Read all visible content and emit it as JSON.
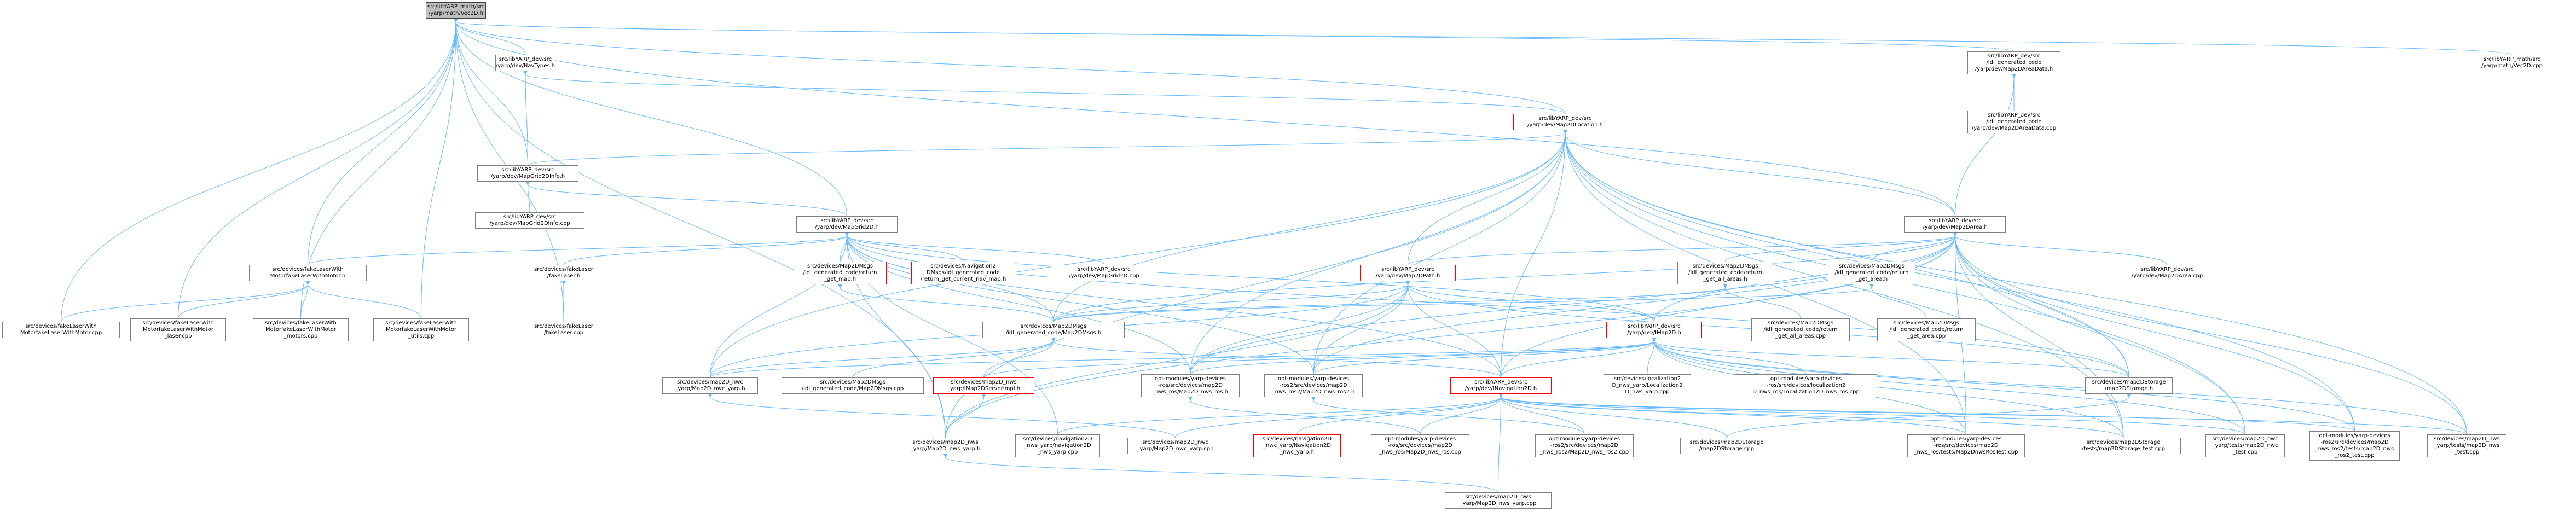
{
  "nodes": [
    {
      "id": "vec2d_h",
      "lines": [
        "src/libYARP_math/src",
        "/yarp/math/Vec2D.h"
      ],
      "style": "root"
    },
    {
      "id": "navtypes_h",
      "lines": [
        "src/libYARP_dev/src",
        "/yarp/dev/NavTypes.h"
      ]
    },
    {
      "id": "areadata_h",
      "lines": [
        "src/libYARP_dev/src",
        "/idl_generated_code",
        "/yarp/dev/Map2DAreaData.h"
      ]
    },
    {
      "id": "vec2d_cpp",
      "lines": [
        "src/libYARP_math/src",
        "/yarp/math/Vec2D.cpp"
      ]
    },
    {
      "id": "areadata_cpp",
      "lines": [
        "src/libYARP_dev/src",
        "/idl_generated_code",
        "/yarp/dev/Map2DAreaData.cpp"
      ]
    },
    {
      "id": "location_h",
      "lines": [
        "src/libYARP_dev/src",
        "/yarp/dev/Map2DLocation.h"
      ],
      "style": "red"
    },
    {
      "id": "mapgridinfo_h",
      "lines": [
        "src/libYARP_dev/src",
        "/yarp/dev/MapGrid2DInfo.h"
      ]
    },
    {
      "id": "mapgridinfo_cpp",
      "lines": [
        "src/libYARP_dev/src",
        "/yarp/dev/MapGrid2DInfo.cpp"
      ]
    },
    {
      "id": "mapgrid_h",
      "lines": [
        "src/libYARP_dev/src",
        "/yarp/dev/MapGrid2D.h"
      ]
    },
    {
      "id": "area_h",
      "lines": [
        "src/libYARP_dev/src",
        "/yarp/dev/Map2DArea.h"
      ]
    },
    {
      "id": "flwm_h",
      "lines": [
        "src/devices/fakeLaserWith",
        "MotorfakeLaserWithMotor.h"
      ]
    },
    {
      "id": "fakelaser_h",
      "lines": [
        "src/devices/fakeLaser",
        "/fakeLaser.h"
      ]
    },
    {
      "id": "ret_getmap_h",
      "lines": [
        "src/devices/Map2DMsgs",
        "/idl_generated_code/return",
        "_get_map.h"
      ],
      "style": "red"
    },
    {
      "id": "nav2dmsgs_h",
      "lines": [
        "src/devices/Navigation2",
        "DMsgs/idl_generated_code",
        "/return_get_current_nav_map.h"
      ],
      "style": "red"
    },
    {
      "id": "mapgrid_cpp",
      "lines": [
        "src/libYARP_dev/src",
        "/yarp/dev/MapGrid2D.cpp"
      ]
    },
    {
      "id": "path_h",
      "lines": [
        "src/libYARP_dev/src",
        "/yarp/dev/Map2DPath.h"
      ],
      "style": "red"
    },
    {
      "id": "ret_allareas_h",
      "lines": [
        "src/devices/Map2DMsgs",
        "/idl_generated_code/return",
        "_get_all_areas.h"
      ]
    },
    {
      "id": "ret_area_h",
      "lines": [
        "src/devices/Map2DMsgs",
        "/idl_generated_code/return",
        "_get_area.h"
      ]
    },
    {
      "id": "area_cpp",
      "lines": [
        "src/libYARP_dev/src",
        "/yarp/dev/Map2DArea.cpp"
      ]
    },
    {
      "id": "flwm_cpp",
      "lines": [
        "src/devices/fakeLaserWith",
        "MotorfakeLaserWithMotor.cpp"
      ]
    },
    {
      "id": "flwm_laser",
      "lines": [
        "src/devices/fakeLaserWith",
        "MotorfakeLaserWithMotor",
        "_laser.cpp"
      ]
    },
    {
      "id": "flwm_motors",
      "lines": [
        "src/devices/fakeLaserWith",
        "MotorfakeLaserWithMotor",
        "_motors.cpp"
      ]
    },
    {
      "id": "flwm_utils",
      "lines": [
        "src/devices/fakeLaserWith",
        "MotorfakeLaserWithMotor",
        "_utils.cpp"
      ]
    },
    {
      "id": "fakelaser_cpp",
      "lines": [
        "src/devices/fakeLaser",
        "/fakeLaser.cpp"
      ]
    },
    {
      "id": "map2dmsgs_h",
      "lines": [
        "src/devices/Map2DMsgs",
        "/idl_generated_code/Map2DMsgs.h"
      ]
    },
    {
      "id": "ret_allareas_cpp",
      "lines": [
        "src/devices/Map2DMsgs",
        "/idl_generated_code/return",
        "_get_all_areas.cpp"
      ]
    },
    {
      "id": "ret_area_cpp",
      "lines": [
        "src/devices/Map2DMsgs",
        "/idl_generated_code/return",
        "_get_area.cpp"
      ]
    },
    {
      "id": "map2d_h",
      "lines": [
        "src/libYARP_dev/src",
        "/yarp/dev/IMap2D.h"
      ],
      "style": "red"
    },
    {
      "id": "nwc_yarp_h",
      "lines": [
        "src/devices/map2D_nwc",
        "_yarp/Map2D_nwc_yarp.h"
      ]
    },
    {
      "id": "map2dmsgs_cpp",
      "lines": [
        "src/devices/Map2DMsgs",
        "/idl_generated_code/Map2DMsgs.cpp"
      ]
    },
    {
      "id": "serverimpl_h",
      "lines": [
        "src/devices/map2D_nws",
        "_yarp/IMap2DServerImpl.h"
      ],
      "style": "red"
    },
    {
      "id": "ros_nws_h",
      "lines": [
        "opt-modules/yarp-devices",
        "-ros/src/devices/map2D",
        "_nws_ros/Map2D_nws_ros.h"
      ]
    },
    {
      "id": "ros2_nws_h",
      "lines": [
        "opt-modules/yarp-devices",
        "-ros2/src/devices/map2D",
        "_nws_ros2/Map2D_nws_ros2.h"
      ]
    },
    {
      "id": "inav_h",
      "lines": [
        "src/libYARP_dev/src",
        "/yarp/dev/INavigation2D.h"
      ],
      "style": "red"
    },
    {
      "id": "loc2d_cpp",
      "lines": [
        "src/devices/localization2",
        "D_nws_yarp/Localization2",
        "D_nws_yarp.cpp"
      ]
    },
    {
      "id": "loc2d_ros_cpp",
      "lines": [
        "opt-modules/yarp-devices",
        "-ros/src/devices/localization2",
        "D_nws_ros/Localization2D_nws_ros.cpp"
      ]
    },
    {
      "id": "storage_h",
      "lines": [
        "src/devices/map2DStorage",
        "/map2DStorage.h"
      ]
    },
    {
      "id": "nws_yarp_h",
      "lines": [
        "src/devices/map2D_nws",
        "_yarp/Map2D_nws_yarp.h"
      ]
    },
    {
      "id": "nav2d_nws_cpp",
      "lines": [
        "src/devices/navigation2D",
        "_nws_yarp/navigation2D",
        "_nws_yarp.cpp"
      ]
    },
    {
      "id": "nwc_yarp_cpp",
      "lines": [
        "src/devices/map2D_nwc",
        "_yarp/Map2D_nwc_yarp.cpp"
      ]
    },
    {
      "id": "inav_nwc_h",
      "lines": [
        "src/devices/navigation2D",
        "_nwc_yarp/Navigation2D",
        "_nwc_yarp.h"
      ],
      "style": "red"
    },
    {
      "id": "ros_nws_cpp",
      "lines": [
        "opt-modules/yarp-devices",
        "-ros/src/devices/map2D",
        "_nws_ros/Map2D_nws_ros.cpp"
      ]
    },
    {
      "id": "ros2_nws_cpp",
      "lines": [
        "opt-modules/yarp-devices",
        "-ros2/src/devices/map2D",
        "_nws_ros2/Map2D_nws_ros2.cpp"
      ]
    },
    {
      "id": "storage_cpp",
      "lines": [
        "src/devices/map2DStorage",
        "/map2DStorage.cpp"
      ]
    },
    {
      "id": "ros_test_cpp",
      "lines": [
        "opt-modules/yarp-devices",
        "-ros/src/devices/map2D",
        "_nws_ros/tests/Map2DnwsRosTest.cpp"
      ]
    },
    {
      "id": "storage_test_cpp",
      "lines": [
        "src/devices/map2DStorage",
        "/tests/map2DStorage_test.cpp"
      ]
    },
    {
      "id": "nwc_test_cpp",
      "lines": [
        "src/devices/map2D_nwc",
        "_yarp/tests/map2D_nwc",
        "_test.cpp"
      ]
    },
    {
      "id": "ros2_test_cpp",
      "lines": [
        "opt-modules/yarp-devices",
        "-ros2/src/devices/map2D",
        "_nws_ros2/tests/map2D_nws",
        "_ros2_test.cpp"
      ]
    },
    {
      "id": "nws_test_cpp",
      "lines": [
        "src/devices/map2D_nws",
        "_yarp/tests/map2D_nws",
        "_test.cpp"
      ]
    },
    {
      "id": "nws_yarp_cpp",
      "lines": [
        "src/devices/map2D_nws",
        "_yarp/Map2D_nws_yarp.cpp"
      ]
    }
  ],
  "edges": [
    [
      "vec2d_h",
      "navtypes_h"
    ],
    [
      "vec2d_h",
      "areadata_h"
    ],
    [
      "vec2d_h",
      "vec2d_cpp"
    ],
    [
      "vec2d_h",
      "location_h"
    ],
    [
      "vec2d_h",
      "mapgridinfo_h"
    ],
    [
      "vec2d_h",
      "mapgrid_h"
    ],
    [
      "vec2d_h",
      "area_h"
    ],
    [
      "vec2d_h",
      "flwm_h"
    ],
    [
      "vec2d_h",
      "flwm_cpp"
    ],
    [
      "vec2d_h",
      "flwm_laser"
    ],
    [
      "vec2d_h",
      "flwm_motors"
    ],
    [
      "vec2d_h",
      "flwm_utils"
    ],
    [
      "vec2d_h",
      "fakelaser_cpp"
    ],
    [
      "vec2d_h",
      "nws_yarp_h"
    ],
    [
      "navtypes_h",
      "location_h"
    ],
    [
      "navtypes_h",
      "mapgridinfo_h"
    ],
    [
      "areadata_h",
      "areadata_cpp"
    ],
    [
      "areadata_h",
      "area_h"
    ],
    [
      "location_h",
      "mapgridinfo_h"
    ],
    [
      "location_h",
      "area_h"
    ],
    [
      "location_h",
      "path_h"
    ],
    [
      "location_h",
      "map2dmsgs_h"
    ],
    [
      "location_h",
      "inav_h"
    ],
    [
      "location_h",
      "ros_nws_h"
    ],
    [
      "location_h",
      "ros2_nws_h"
    ],
    [
      "location_h",
      "nwc_yarp_h"
    ],
    [
      "location_h",
      "storage_h"
    ],
    [
      "location_h",
      "nws_yarp_h"
    ],
    [
      "location_h",
      "ros_test_cpp"
    ],
    [
      "location_h",
      "storage_test_cpp"
    ],
    [
      "location_h",
      "nwc_test_cpp"
    ],
    [
      "location_h",
      "ros2_test_cpp"
    ],
    [
      "location_h",
      "nws_test_cpp"
    ],
    [
      "mapgridinfo_h",
      "mapgridinfo_cpp"
    ],
    [
      "mapgridinfo_h",
      "mapgrid_h"
    ],
    [
      "mapgrid_h",
      "flwm_h"
    ],
    [
      "mapgrid_h",
      "fakelaser_h"
    ],
    [
      "mapgrid_h",
      "ret_getmap_h"
    ],
    [
      "mapgrid_h",
      "nav2dmsgs_h"
    ],
    [
      "mapgrid_h",
      "mapgrid_cpp"
    ],
    [
      "mapgrid_h",
      "map2d_h"
    ],
    [
      "mapgrid_h",
      "map2dmsgs_h"
    ],
    [
      "mapgrid_h",
      "nwc_yarp_h"
    ],
    [
      "mapgrid_h",
      "ros_nws_h"
    ],
    [
      "mapgrid_h",
      "ros2_nws_h"
    ],
    [
      "mapgrid_h",
      "inav_h"
    ],
    [
      "mapgrid_h",
      "storage_h"
    ],
    [
      "mapgrid_h",
      "nws_yarp_h"
    ],
    [
      "mapgrid_h",
      "nav2d_nws_cpp"
    ],
    [
      "area_h",
      "path_h"
    ],
    [
      "area_h",
      "ret_allareas_h"
    ],
    [
      "area_h",
      "ret_area_h"
    ],
    [
      "area_h",
      "area_cpp"
    ],
    [
      "area_h",
      "map2d_h"
    ],
    [
      "area_h",
      "map2dmsgs_h"
    ],
    [
      "area_h",
      "inav_h"
    ],
    [
      "area_h",
      "ros_nws_h"
    ],
    [
      "area_h",
      "ros2_nws_h"
    ],
    [
      "area_h",
      "storage_h"
    ],
    [
      "area_h",
      "ros_test_cpp"
    ],
    [
      "area_h",
      "storage_test_cpp"
    ],
    [
      "area_h",
      "nwc_test_cpp"
    ],
    [
      "area_h",
      "ros2_test_cpp"
    ],
    [
      "area_h",
      "nws_test_cpp"
    ],
    [
      "area_h",
      "nws_yarp_h"
    ],
    [
      "flwm_h",
      "flwm_cpp"
    ],
    [
      "flwm_h",
      "flwm_laser"
    ],
    [
      "flwm_h",
      "flwm_motors"
    ],
    [
      "flwm_h",
      "flwm_utils"
    ],
    [
      "fakelaser_h",
      "fakelaser_cpp"
    ],
    [
      "ret_getmap_h",
      "map2dmsgs_h"
    ],
    [
      "path_h",
      "map2d_h"
    ],
    [
      "path_h",
      "map2dmsgs_h"
    ],
    [
      "path_h",
      "inav_h"
    ],
    [
      "path_h",
      "ros_nws_h"
    ],
    [
      "path_h",
      "ros2_nws_h"
    ],
    [
      "path_h",
      "nwc_yarp_h"
    ],
    [
      "path_h",
      "storage_h"
    ],
    [
      "path_h",
      "nws_yarp_h"
    ],
    [
      "ret_allareas_h",
      "map2dmsgs_h"
    ],
    [
      "ret_allareas_h",
      "ret_allareas_cpp"
    ],
    [
      "ret_area_h",
      "map2dmsgs_h"
    ],
    [
      "ret_area_h",
      "ret_area_cpp"
    ],
    [
      "map2dmsgs_h",
      "nwc_yarp_h"
    ],
    [
      "map2dmsgs_h",
      "map2dmsgs_cpp"
    ],
    [
      "map2dmsgs_h",
      "serverimpl_h"
    ],
    [
      "map2dmsgs_h",
      "inav_h"
    ],
    [
      "map2d_h",
      "nwc_yarp_h"
    ],
    [
      "map2d_h",
      "serverimpl_h"
    ],
    [
      "map2d_h",
      "ros_nws_h"
    ],
    [
      "map2d_h",
      "ros2_nws_h"
    ],
    [
      "map2d_h",
      "inav_h"
    ],
    [
      "map2d_h",
      "loc2d_cpp"
    ],
    [
      "map2d_h",
      "loc2d_ros_cpp"
    ],
    [
      "map2d_h",
      "storage_h"
    ],
    [
      "map2d_h",
      "ros_test_cpp"
    ],
    [
      "map2d_h",
      "storage_test_cpp"
    ],
    [
      "map2d_h",
      "nwc_test_cpp"
    ],
    [
      "map2d_h",
      "ros2_test_cpp"
    ],
    [
      "map2d_h",
      "nws_test_cpp"
    ],
    [
      "nwc_yarp_h",
      "nwc_yarp_cpp"
    ],
    [
      "serverimpl_h",
      "nws_yarp_h"
    ],
    [
      "ros_nws_h",
      "ros_nws_cpp"
    ],
    [
      "ros2_nws_h",
      "ros2_nws_cpp"
    ],
    [
      "inav_h",
      "nav2d_nws_cpp"
    ],
    [
      "inav_h",
      "nwc_yarp_cpp"
    ],
    [
      "inav_h",
      "inav_nwc_h"
    ],
    [
      "inav_h",
      "ros_nws_cpp"
    ],
    [
      "inav_h",
      "ros2_nws_cpp"
    ],
    [
      "inav_h",
      "storage_cpp"
    ],
    [
      "inav_h",
      "ros_test_cpp"
    ],
    [
      "inav_h",
      "storage_test_cpp"
    ],
    [
      "inav_h",
      "nwc_test_cpp"
    ],
    [
      "inav_h",
      "ros2_test_cpp"
    ],
    [
      "inav_h",
      "nws_test_cpp"
    ],
    [
      "inav_h",
      "nws_yarp_cpp"
    ],
    [
      "storage_h",
      "storage_cpp"
    ],
    [
      "nws_yarp_h",
      "nws_yarp_cpp"
    ]
  ]
}
